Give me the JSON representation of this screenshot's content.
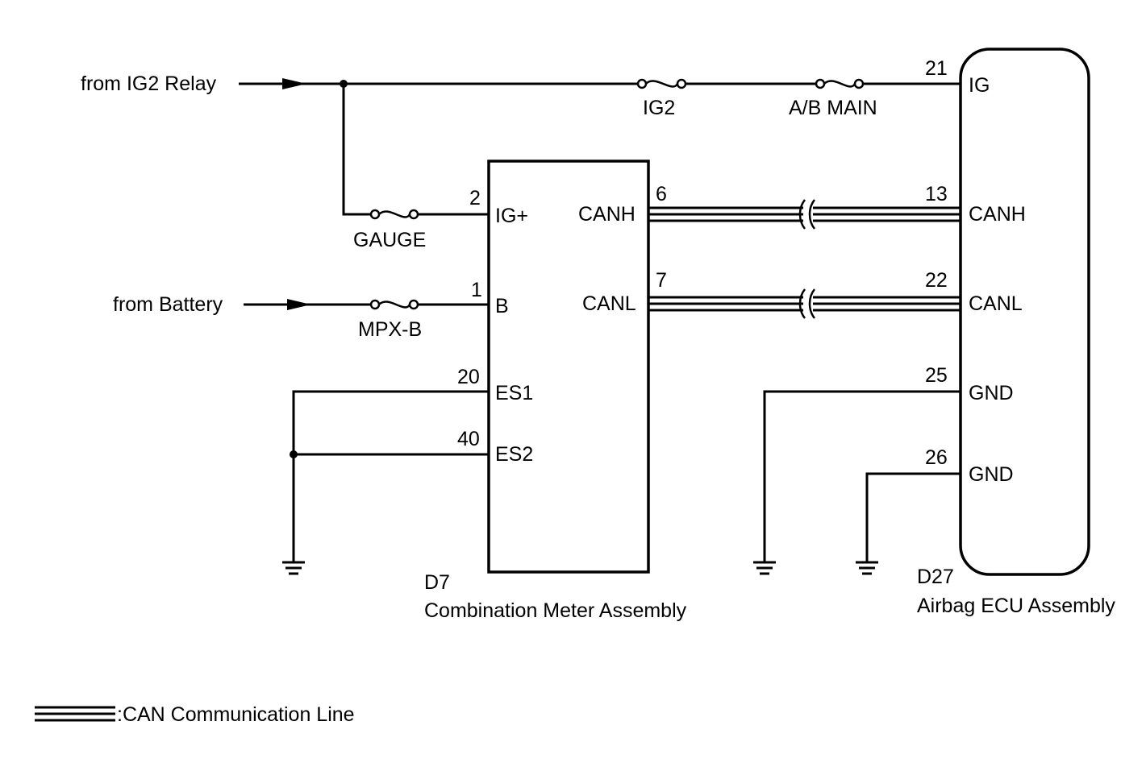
{
  "sources": {
    "ig2_relay": "from IG2 Relay",
    "battery": "from Battery"
  },
  "fuses": {
    "ig2": "IG2",
    "ab_main": "A/B MAIN",
    "gauge": "GAUGE",
    "mpx_b": "MPX-B"
  },
  "meter": {
    "connector": "D7",
    "name": "Combination Meter Assembly",
    "pins": {
      "ig_plus": {
        "num": "2",
        "label": "IG+"
      },
      "b": {
        "num": "1",
        "label": "B"
      },
      "es1": {
        "num": "20",
        "label": "ES1"
      },
      "es2": {
        "num": "40",
        "label": "ES2"
      },
      "canh": {
        "num": "6",
        "label": "CANH"
      },
      "canl": {
        "num": "7",
        "label": "CANL"
      }
    }
  },
  "ecu": {
    "connector": "D27",
    "name": "Airbag ECU Assembly",
    "pins": {
      "ig": {
        "num": "21",
        "label": "IG"
      },
      "canh": {
        "num": "13",
        "label": "CANH"
      },
      "canl": {
        "num": "22",
        "label": "CANL"
      },
      "gnd1": {
        "num": "25",
        "label": "GND"
      },
      "gnd2": {
        "num": "26",
        "label": "GND"
      }
    }
  },
  "legend": {
    "can_line": ":CAN Communication Line"
  }
}
